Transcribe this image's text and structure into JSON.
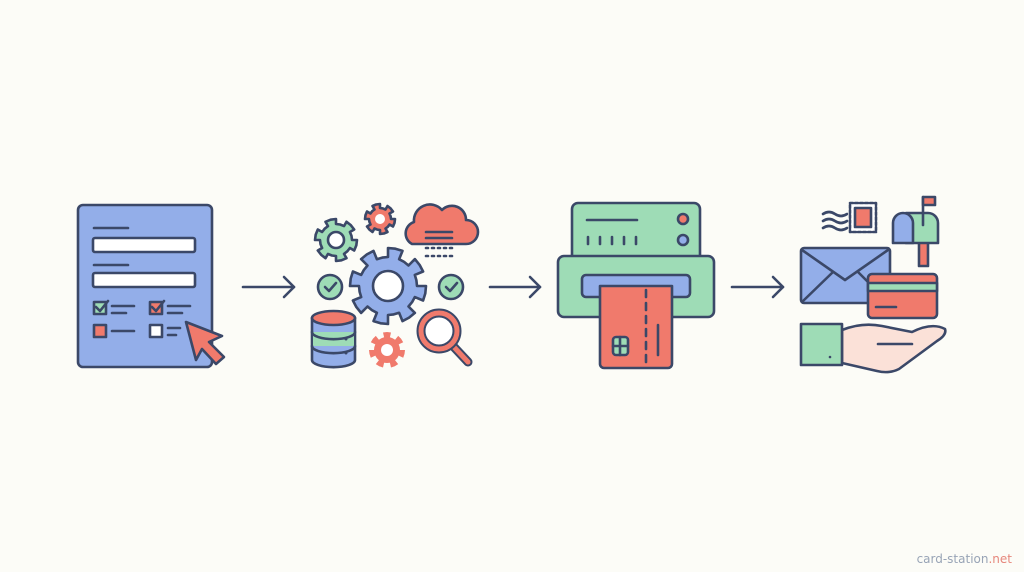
{
  "diagram": {
    "steps": [
      {
        "id": "application-form",
        "icon": "form-checklist-icon"
      },
      {
        "id": "processing",
        "icon": "gears-cloud-database-icon"
      },
      {
        "id": "card-printing",
        "icon": "card-printer-icon"
      },
      {
        "id": "delivery",
        "icon": "mail-hand-card-icon"
      }
    ],
    "connectors": [
      "arrow-right",
      "arrow-right",
      "arrow-right"
    ]
  },
  "watermark": {
    "name": "card-station",
    "tld": ".net"
  },
  "colors": {
    "background": "#fcfcf7",
    "stroke": "#3b4868",
    "blue": "#93aee9",
    "green": "#9edcb6",
    "red": "#f07a6c",
    "skin": "#fbe1d8",
    "watermark": "#98a4b6"
  }
}
